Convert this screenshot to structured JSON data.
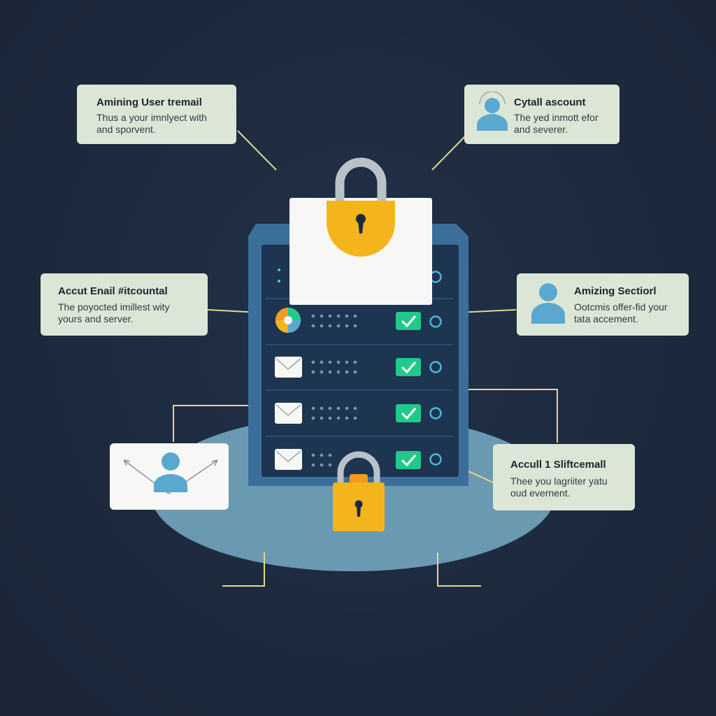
{
  "colors": {
    "background": "#1e2b40",
    "card": "#dce6d6",
    "card_white": "#f7f8f6",
    "server": "#3b6f9a",
    "server_panel": "#1d3550",
    "lock": "#f4b51c",
    "lock_orange": "#f39a22",
    "check": "#22c98a",
    "connector": "#e0d88c",
    "platform": "#6f9fb8",
    "person": "#5aa8cf"
  },
  "cards": {
    "top_left": {
      "title": "Amining User tremail",
      "line1": "Thus a your imnlyect with",
      "line2": "and sporvent."
    },
    "top_right": {
      "title": "Cytall ascount",
      "line1": "The yed inmott efor",
      "line2": "and severer."
    },
    "mid_left": {
      "title": "Accut Enail #itcountal",
      "line1": "The poyocted imillest wity",
      "line2": "yours and server."
    },
    "mid_right": {
      "title": "Amizing Sectiorl",
      "line1": "Ootcmis offer-fid your",
      "line2": "tata accement."
    },
    "bottom_right": {
      "title": "Accull 1 Sliftcemall",
      "line1": "Thee you lagriiter yatu",
      "line2": "oud evernent."
    }
  },
  "icons": {
    "main_lock": "padlock-icon",
    "small_lock": "padlock-icon",
    "person": "user-icon",
    "envelope": "envelope-icon",
    "check": "checkmark-icon",
    "pie": "pie-chart-icon"
  }
}
